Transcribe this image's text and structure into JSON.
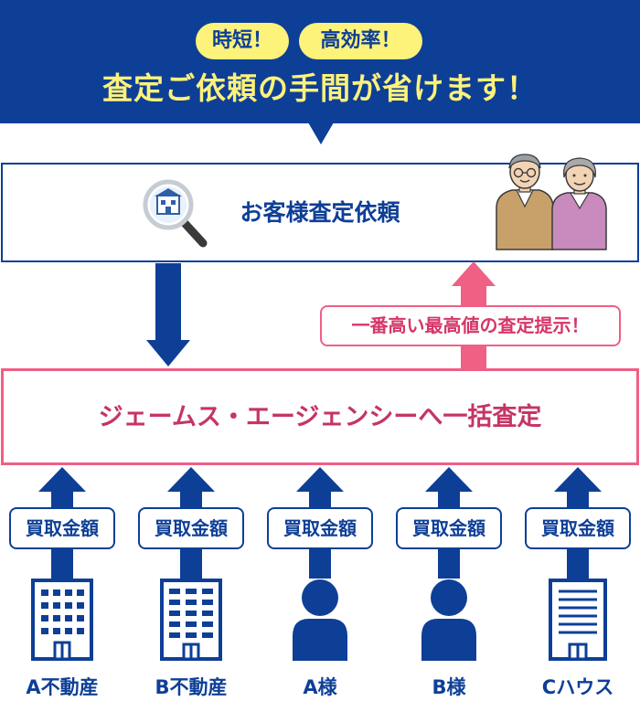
{
  "banner": {
    "pill_left": "時短！",
    "pill_right": "高効率！",
    "headline": "査定ご依頼の手間が省けます！"
  },
  "request_box": {
    "label": "お客様査定依頼"
  },
  "offer_label": "一番高い最高値の査定提示！",
  "james_box": {
    "label": "ジェームス・エージェンシーへ一括査定"
  },
  "columns": [
    {
      "amount_label": "買取金額",
      "caption": "A不動産",
      "icon": "office-building-icon"
    },
    {
      "amount_label": "買取金額",
      "caption": "B不動産",
      "icon": "office-building-icon"
    },
    {
      "amount_label": "買取金額",
      "caption": "A様",
      "icon": "person-icon"
    },
    {
      "amount_label": "買取金額",
      "caption": "B様",
      "icon": "person-icon"
    },
    {
      "amount_label": "買取金額",
      "caption": "Cハウス",
      "icon": "house-building-icon"
    }
  ],
  "colors": {
    "navy": "#0e3f97",
    "yellow": "#fdf27a",
    "pink": "#f05f84",
    "pink_text": "#c53563"
  }
}
